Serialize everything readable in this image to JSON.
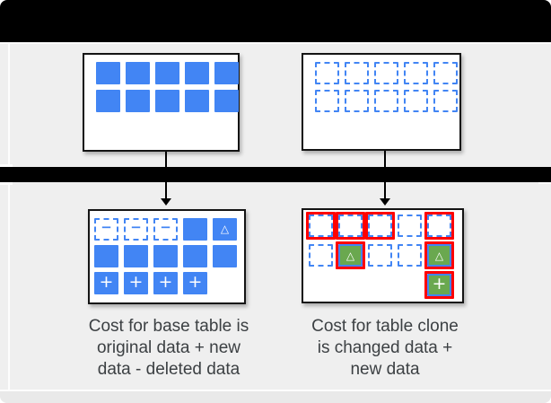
{
  "colors": {
    "background": "#efefef",
    "bar_black": "#000000",
    "box_fill": "#ffffff",
    "box_border": "#141414",
    "block_blue": "#4285f4",
    "block_green": "#6aa84f",
    "change_red": "#ff0000",
    "caption_text": "#3c4043"
  },
  "glyphs": {
    "minus": "−",
    "plus": "+",
    "triangle": "△"
  },
  "boxes": {
    "base_original": {
      "rows": [
        [
          "solid",
          "solid",
          "solid",
          "solid",
          "solid"
        ],
        [
          "solid",
          "solid",
          "solid",
          "solid",
          "solid"
        ]
      ]
    },
    "clone_original": {
      "rows": [
        [
          "dashed",
          "dashed",
          "dashed",
          "dashed",
          "dashed"
        ],
        [
          "dashed",
          "dashed",
          "dashed",
          "dashed",
          "dashed"
        ]
      ]
    },
    "base_modified": {
      "rows": [
        [
          "dashed_minus",
          "dashed_minus",
          "dashed_minus",
          "solid",
          "solid_triangle"
        ],
        [
          "solid",
          "solid",
          "solid",
          "solid",
          "solid"
        ],
        [
          "solid_plus",
          "solid_plus",
          "solid_plus",
          "solid_plus",
          "empty"
        ]
      ]
    },
    "clone_modified": {
      "rows": [
        [
          "dashed_red",
          "dashed_red",
          "dashed_red",
          "dashed",
          "dashed_red"
        ],
        [
          "dashed",
          "green_triangle_red",
          "dashed",
          "dashed",
          "green_triangle_red"
        ],
        [
          "empty",
          "empty",
          "empty",
          "empty",
          "green_plus_red"
        ]
      ]
    }
  },
  "captions": {
    "base_lines": [
      "Cost for base table is",
      "original data + new",
      "data - deleted data"
    ],
    "clone_lines": [
      "Cost for table clone",
      "is changed data +",
      "new data"
    ]
  }
}
